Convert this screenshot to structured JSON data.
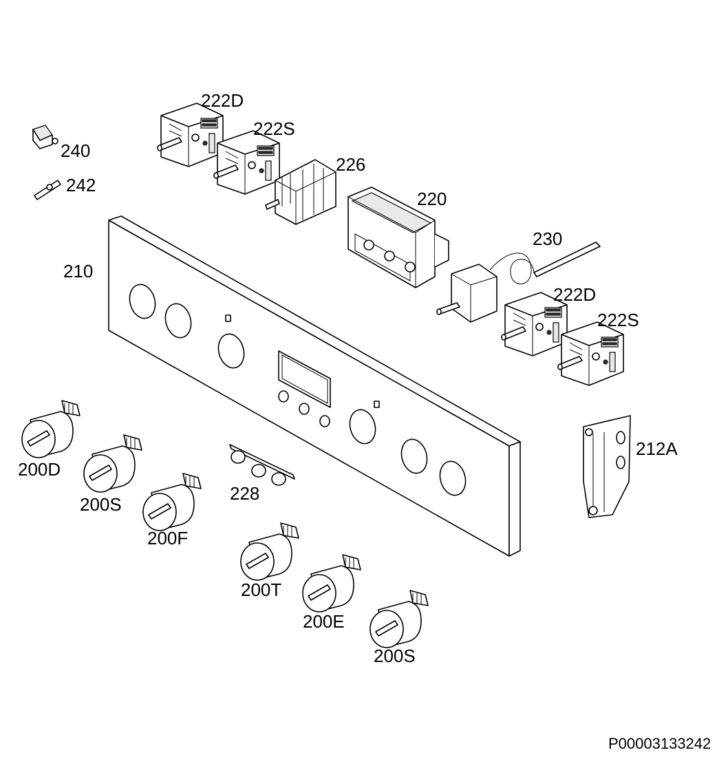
{
  "diagram": {
    "labels": {
      "l222d_top": "222D",
      "l222s_top": "222S",
      "l240": "240",
      "l242": "242",
      "l226": "226",
      "l220": "220",
      "l230": "230",
      "l210": "210",
      "l222d_right": "222D",
      "l222s_right": "222S",
      "l212a": "212A",
      "l200d": "200D",
      "l200s_left": "200S",
      "l200f": "200F",
      "l228": "228",
      "l200t": "200T",
      "l200e": "200E",
      "l200s_bottom": "200S"
    },
    "reference": "P00003133242"
  }
}
